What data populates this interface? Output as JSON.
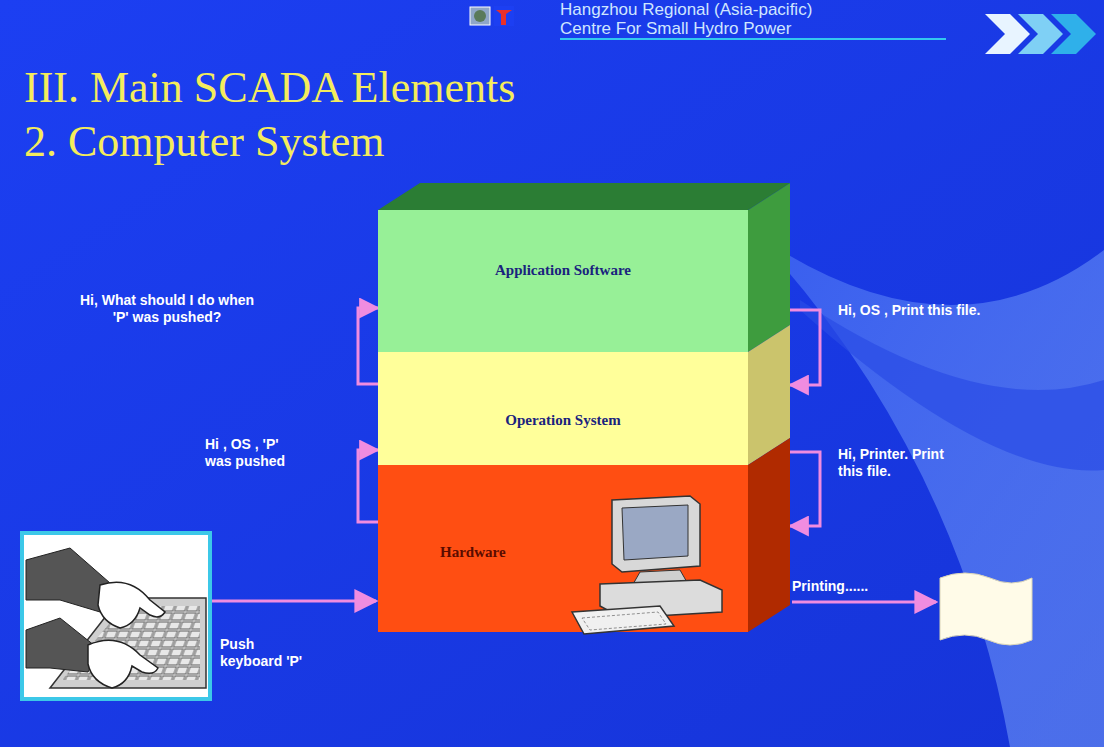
{
  "diagram": {
    "title": "III. Main SCADA Elements",
    "nodes": [
      {
        "text": [
          "Application Software"
        ]
      },
      {
        "text": [
          "Operation System"
        ]
      },
      {
        "text": [
          "Hardware"
        ]
      }
    ],
    "edges": [
      {
        "from": 2,
        "to": 1,
        "arrow": "to",
        "label": "Hi , OS , 'P' was pushed"
      },
      {
        "from": 1,
        "to": 0,
        "arrow": "to",
        "label": "Hi, What should I do when 'P' was pushed?"
      },
      {
        "from": 0,
        "to": 1,
        "arrow": "to",
        "label": "Hi, OS , Print this file."
      },
      {
        "from": 1,
        "to": 2,
        "arrow": "to",
        "label": "Hi, Printer. Print this file."
      }
    ],
    "labels": [
      "Hangzhou Regional (Asia-pacific) Centre For Small Hydro Power",
      "2. Computer System",
      "Push keyboard 'P'",
      "Printing......"
    ]
  }
}
